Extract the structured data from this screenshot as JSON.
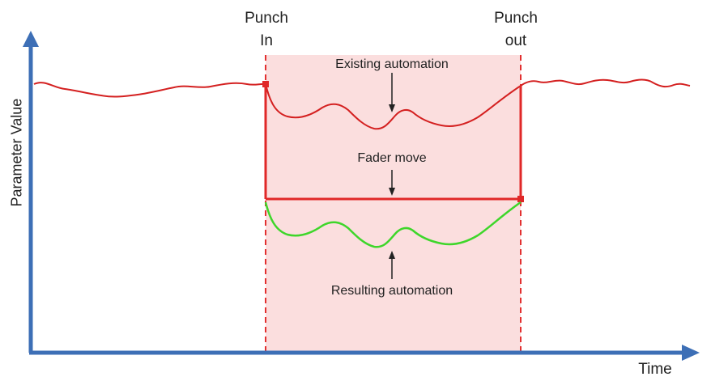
{
  "labels": {
    "punch_in_line1": "Punch",
    "punch_in_line2": "In",
    "punch_out_line1": "Punch",
    "punch_out_line2": "out",
    "existing_automation": "Existing automation",
    "fader_move": "Fader move",
    "resulting_automation": "Resulting automation",
    "y_axis": "Parameter Value",
    "x_axis": "Time"
  },
  "colors": {
    "axis": "#3d6fb6",
    "existing_curve": "#d42020",
    "resulting_curve": "#3ed62a",
    "punch_region_fill": "#fbdede",
    "punch_marker": "#e23030",
    "arrow": "#222222"
  }
}
